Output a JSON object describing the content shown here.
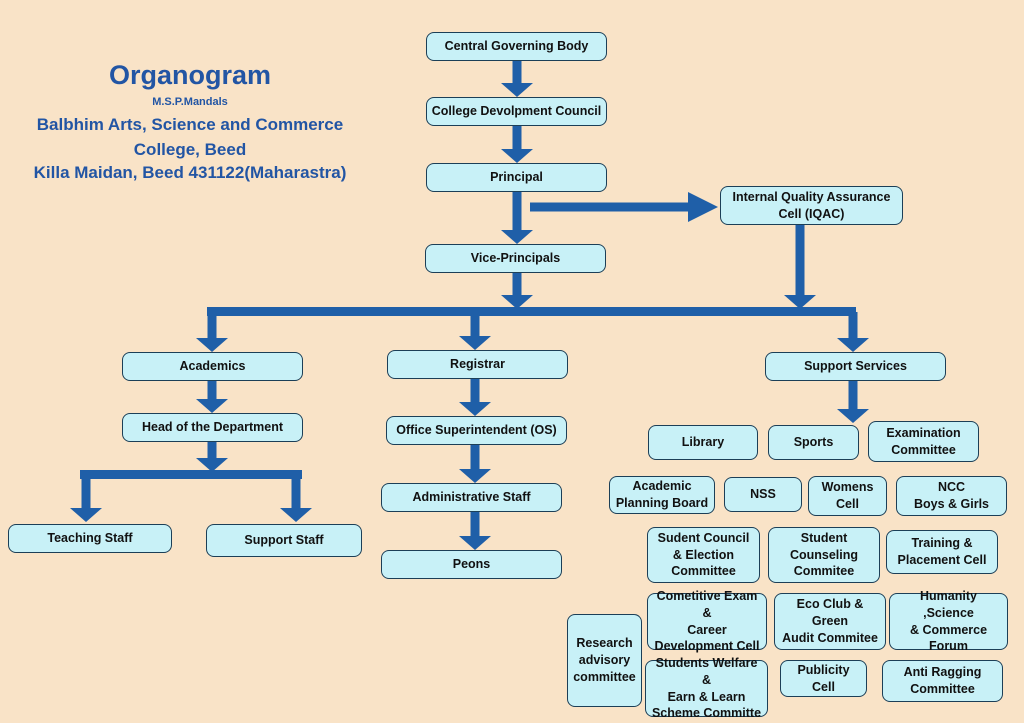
{
  "header": {
    "title": "Organogram",
    "society": "M.S.P.Mandals",
    "college_line1": "Balbhim Arts, Science and Commerce",
    "college_line2": "College, Beed",
    "address": "Killa Maidan, Beed 431122(Maharastra)"
  },
  "colors": {
    "background": "#f9e3c7",
    "box_fill": "#c8f1f7",
    "arrow": "#1f5fa8",
    "title": "#2255a4"
  },
  "nodes": {
    "cgb": "Central Governing Body",
    "cdc": "College Devolpment Council",
    "principal": "Principal",
    "iqac": "Internal Quality Assurance\nCell (IQAC)",
    "vice": "Vice-Principals",
    "academics": "Academics",
    "registrar": "Registrar",
    "support_services": "Support Services",
    "hod": "Head of the Department",
    "os": "Office Superintendent (OS)",
    "admin_staff": "Administrative Staff",
    "peons": "Peons",
    "teaching": "Teaching Staff",
    "support_staff": "Support Staff",
    "library": "Library",
    "sports": "Sports",
    "exam": "Examination\nCommittee",
    "apb": "Academic\nPlanning Board",
    "nss": "NSS",
    "womens": "Womens\nCell",
    "ncc": "NCC\nBoys & Girls",
    "student_council": "Sudent Council\n& Election\nCommittee",
    "counseling": "Student\nCounseling\nCommitee",
    "training": "Training &\nPlacement Cell",
    "competitive": "Cometitive Exam &\nCareer\nDevelopment Cell",
    "eco": "Eco Club & Green\nAudit Commitee",
    "humanity": "Humanity ,Science\n& Commerce\nForum",
    "research": "Research\nadvisory\ncommittee",
    "welfare": "Students Welfare &\nEarn & Learn\nScheme Committe",
    "publicity": "Publicity Cell",
    "anti_ragging": "Anti Ragging\nCommittee"
  }
}
